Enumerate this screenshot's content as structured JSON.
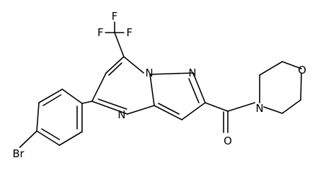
{
  "atoms": {
    "F1": "F",
    "F2": "F",
    "F3": "F",
    "N_bridge": "N",
    "N_pyrazole": "N",
    "N_pyrimidine": "N",
    "O_carbonyl": "O",
    "N_morpholine": "N",
    "O_morpholine": "O",
    "Br": "Br"
  }
}
